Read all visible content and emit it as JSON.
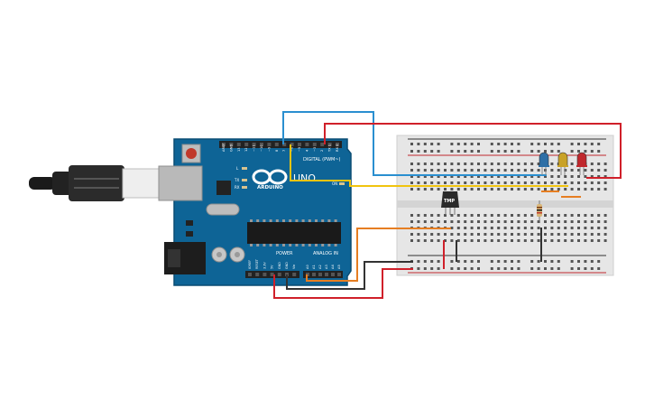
{
  "board": {
    "logo_text": "ARDUINO",
    "model": "UNO",
    "digital_header": "DIGITAL (PWM~)",
    "analog_header": "ANALOG IN",
    "power_header": "POWER",
    "digital_pins": [
      "AREF",
      "GND",
      "13",
      "12",
      "~11",
      "~10",
      "~9",
      "8",
      "7",
      "~6",
      "~5",
      "4",
      "~3",
      "2",
      "TX 1",
      "RX 0"
    ],
    "power_pins": [
      "IOREF",
      "RESET",
      "3.3V",
      "5V",
      "GND",
      "GND",
      "Vin"
    ],
    "analog_pins": [
      "A0",
      "A1",
      "A2",
      "A3",
      "A4",
      "A5"
    ],
    "led_labels": [
      "L",
      "TX",
      "RX"
    ],
    "on_label": "ON"
  },
  "sensor": {
    "label": "TMP"
  },
  "leds": [
    {
      "name": "blue",
      "color": "#2e6fa6"
    },
    {
      "name": "yellow",
      "color": "#c9a227"
    },
    {
      "name": "red",
      "color": "#c0282d"
    }
  ],
  "wires": {
    "blue": "#2a8fd0",
    "red": "#d0202a",
    "yellow": "#f1c40f",
    "orange": "#e67e22",
    "black": "#333333"
  }
}
